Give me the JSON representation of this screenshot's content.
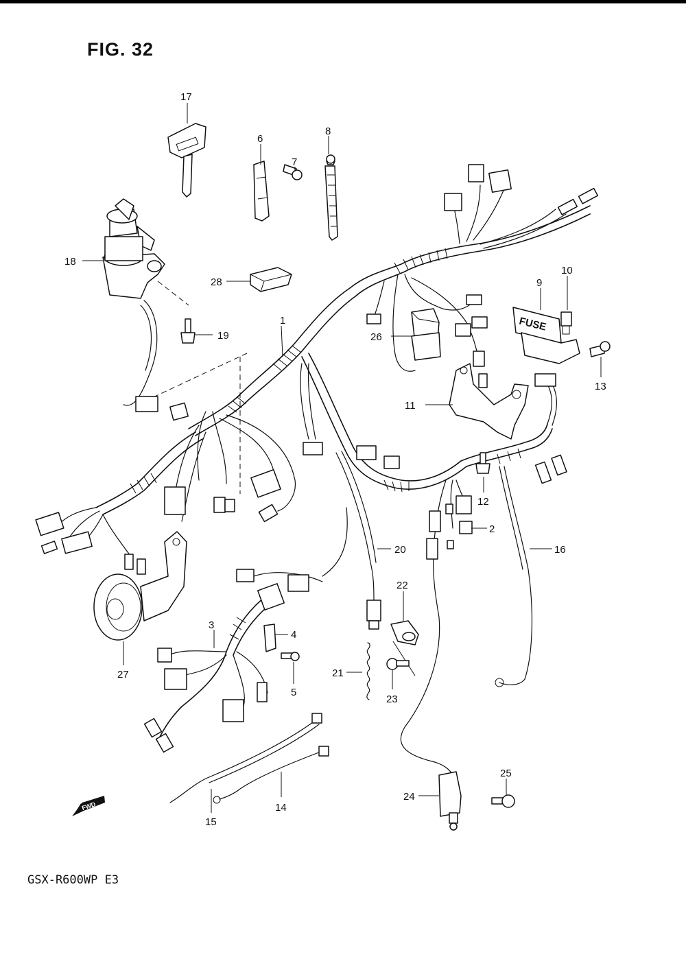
{
  "figure": {
    "title": "FIG. 32",
    "model": "GSX-R600WP E3",
    "fuse_label": "FUSE",
    "forward_label": "FWD"
  },
  "callouts": [
    "1",
    "2",
    "3",
    "4",
    "5",
    "6",
    "7",
    "8",
    "9",
    "10",
    "11",
    "12",
    "13",
    "14",
    "15",
    "16",
    "17",
    "18",
    "19",
    "20",
    "21",
    "22",
    "23",
    "24",
    "25",
    "26",
    "27",
    "28"
  ]
}
